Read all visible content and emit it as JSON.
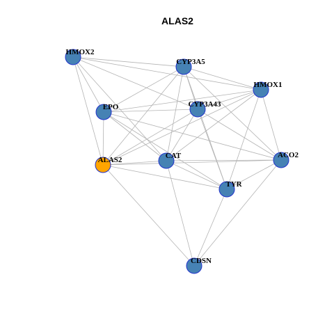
{
  "title": "ALAS2",
  "colors": {
    "node_fill": "#4682b4",
    "node_stroke": "#2233cc",
    "highlight_fill": "#ffa500",
    "edge": "#b3b3b3"
  },
  "nodes": [
    {
      "id": "HMOX2",
      "label": "HMOX2",
      "highlight": false
    },
    {
      "id": "CYP3A5",
      "label": "CYP3A5",
      "highlight": false
    },
    {
      "id": "HMOX1",
      "label": "HMOX1",
      "highlight": false
    },
    {
      "id": "EPO",
      "label": "EPO",
      "highlight": false
    },
    {
      "id": "CYP3A43",
      "label": "CYP3A43",
      "highlight": false
    },
    {
      "id": "ALAS2",
      "label": "ALAS2",
      "highlight": true
    },
    {
      "id": "CAT",
      "label": "CAT",
      "highlight": false
    },
    {
      "id": "ACO2",
      "label": "ACO2",
      "highlight": false
    },
    {
      "id": "TYR",
      "label": "TYR",
      "highlight": false
    },
    {
      "id": "CDSN",
      "label": "CDSN",
      "highlight": false
    }
  ],
  "edges": [
    [
      "HMOX2",
      "CYP3A5"
    ],
    [
      "HMOX2",
      "HMOX1"
    ],
    [
      "HMOX2",
      "EPO"
    ],
    [
      "HMOX2",
      "CYP3A43"
    ],
    [
      "HMOX2",
      "ALAS2"
    ],
    [
      "HMOX2",
      "CAT"
    ],
    [
      "CYP3A5",
      "HMOX1"
    ],
    [
      "CYP3A5",
      "EPO"
    ],
    [
      "CYP3A5",
      "CYP3A43"
    ],
    [
      "CYP3A5",
      "ALAS2"
    ],
    [
      "CYP3A5",
      "CAT"
    ],
    [
      "CYP3A5",
      "TYR"
    ],
    [
      "CYP3A5",
      "ACO2"
    ],
    [
      "HMOX1",
      "EPO"
    ],
    [
      "HMOX1",
      "CYP3A43"
    ],
    [
      "HMOX1",
      "ALAS2"
    ],
    [
      "HMOX1",
      "CAT"
    ],
    [
      "HMOX1",
      "TYR"
    ],
    [
      "HMOX1",
      "ACO2"
    ],
    [
      "EPO",
      "CYP3A43"
    ],
    [
      "EPO",
      "ALAS2"
    ],
    [
      "EPO",
      "CAT"
    ],
    [
      "EPO",
      "TYR"
    ],
    [
      "EPO",
      "ACO2"
    ],
    [
      "CYP3A43",
      "ALAS2"
    ],
    [
      "CYP3A43",
      "CAT"
    ],
    [
      "CYP3A43",
      "TYR"
    ],
    [
      "CYP3A43",
      "ACO2"
    ],
    [
      "ALAS2",
      "CAT"
    ],
    [
      "ALAS2",
      "TYR"
    ],
    [
      "ALAS2",
      "ACO2"
    ],
    [
      "ALAS2",
      "CDSN"
    ],
    [
      "CAT",
      "ACO2"
    ],
    [
      "CAT",
      "TYR"
    ],
    [
      "CAT",
      "CDSN"
    ],
    [
      "ACO2",
      "TYR"
    ],
    [
      "ACO2",
      "CDSN"
    ],
    [
      "TYR",
      "CDSN"
    ]
  ]
}
